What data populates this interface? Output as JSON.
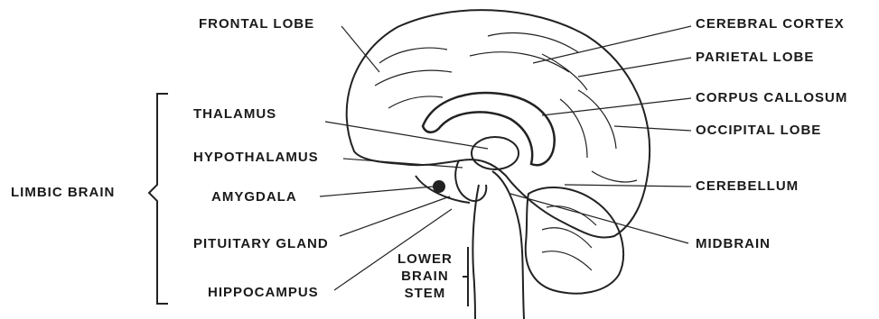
{
  "labels": {
    "frontal_lobe": "FRONTAL LOBE",
    "cerebral_cortex": "CEREBRAL CORTEX",
    "parietal_lobe": "PARIETAL LOBE",
    "thalamus": "THALAMUS",
    "corpus_callosum": "CORPUS CALLOSUM",
    "occipital_lobe": "OCCIPITAL LOBE",
    "hypothalamus": "HYPOTHALAMUS",
    "limbic_brain": "LIMBIC BRAIN",
    "amygdala": "AMYGDALA",
    "cerebellum": "CEREBELLUM",
    "pituitary_gland": "PITUITARY GLAND",
    "midbrain": "MIDBRAIN",
    "hippocampus": "HIPPOCAMPUS",
    "lower_brain_stem": [
      "LOWER",
      "BRAIN",
      "STEM"
    ]
  }
}
